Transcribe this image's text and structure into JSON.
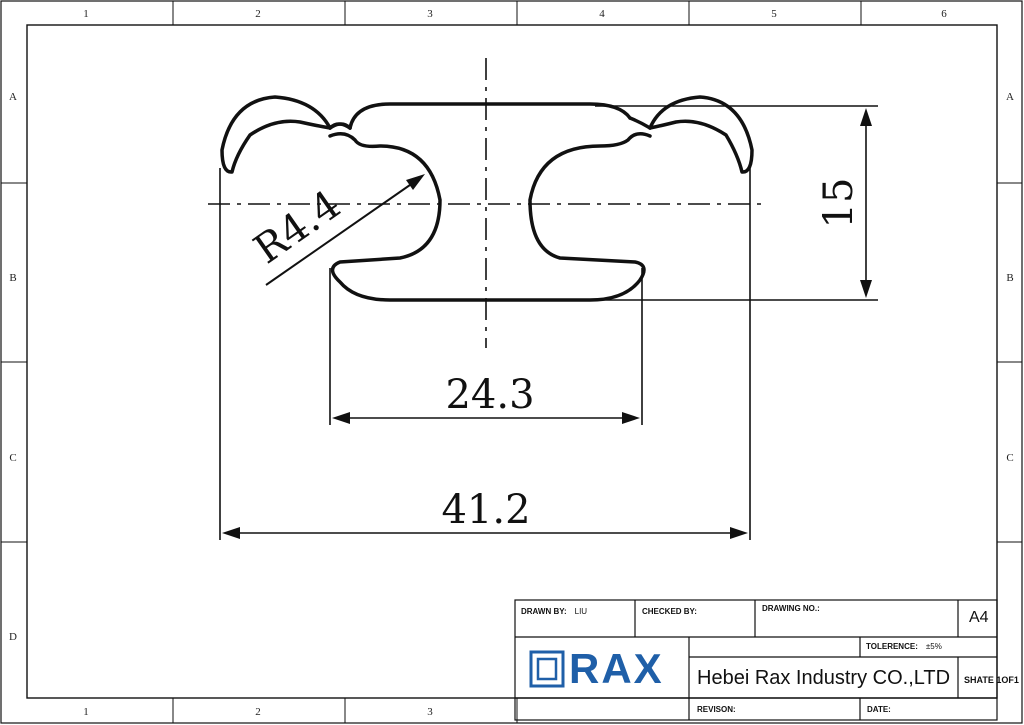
{
  "grid": {
    "columns": [
      "1",
      "2",
      "3",
      "4",
      "5",
      "6"
    ],
    "bottom_columns": [
      "1",
      "2",
      "3"
    ],
    "rows": [
      "A",
      "B",
      "C",
      "D"
    ]
  },
  "dimensions": {
    "radius": "R4.4",
    "height": "15",
    "inner_width": "24.3",
    "overall_width": "41.2"
  },
  "title_block": {
    "drawn_by_label": "DRAWN BY:",
    "drawn_by_value": "LIU",
    "checked_by_label": "CHECKED BY:",
    "drawing_no_label": "DRAWING NO.:",
    "paper_size": "A4",
    "tolerance_label": "TOLERENCE:",
    "tolerance_value": "±5%",
    "company": "Hebei Rax Industry CO.,LTD",
    "sheet": "SHATE 1OF1",
    "revision_label": "REVISON:",
    "date_label": "DATE:",
    "logo_text": "RAX"
  },
  "colors": {
    "line": "#111111",
    "logo_blue": "#1f5fa8"
  }
}
